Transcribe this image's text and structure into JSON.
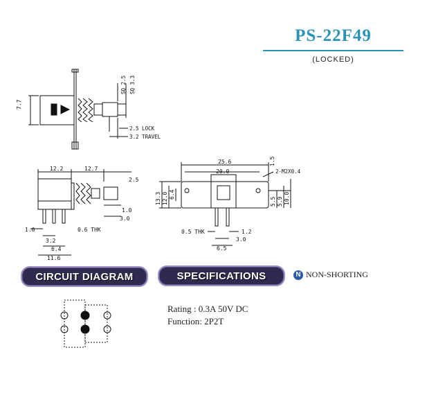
{
  "header": {
    "title": "PS-22F49",
    "subtitle": "(LOCKED)"
  },
  "top_view": {
    "height_dim": "7.7",
    "sq_outer": "SQ 3.3",
    "sq_inner": "SQ 2.5",
    "lock": "2.5 LOCK",
    "travel": "3.2 TRAVEL"
  },
  "side_view": {
    "len_body": "12.2",
    "len_stem": "12.7",
    "tip": "2.5",
    "pin_gap": "1.0",
    "pin_len": "3.0",
    "left_off": "1.0",
    "thk": "0.6 THK",
    "pitch": "3.2",
    "pitch2": "6.4",
    "total": "11.6"
  },
  "front_view": {
    "width_outer": "25.6",
    "width_inner": "20.0",
    "hole_top": "1.5",
    "holes": "2-M2X0.4",
    "h_outer": "13.3",
    "h_mid": "12.0",
    "h_inner": "6.4",
    "r1": "5.5",
    "r2": "5.9",
    "r3": "10.0",
    "thk": "0.5 THK",
    "pin_w": "1.2",
    "pin_space": "3.0",
    "pin_total": "6.5"
  },
  "sections": {
    "circuit": "CIRCUIT DIAGRAM",
    "specs": "SPECIFICATIONS",
    "non_shorting_badge": "N",
    "non_shorting": "NON-SHORTING"
  },
  "specifications": {
    "rating": "Rating : 0.3A 50V DC",
    "function": "Function: 2P2T"
  },
  "colors": {
    "accent": "#2a93b8",
    "pill": "#2f2a4e",
    "pill_border": "#9f8fc6"
  }
}
